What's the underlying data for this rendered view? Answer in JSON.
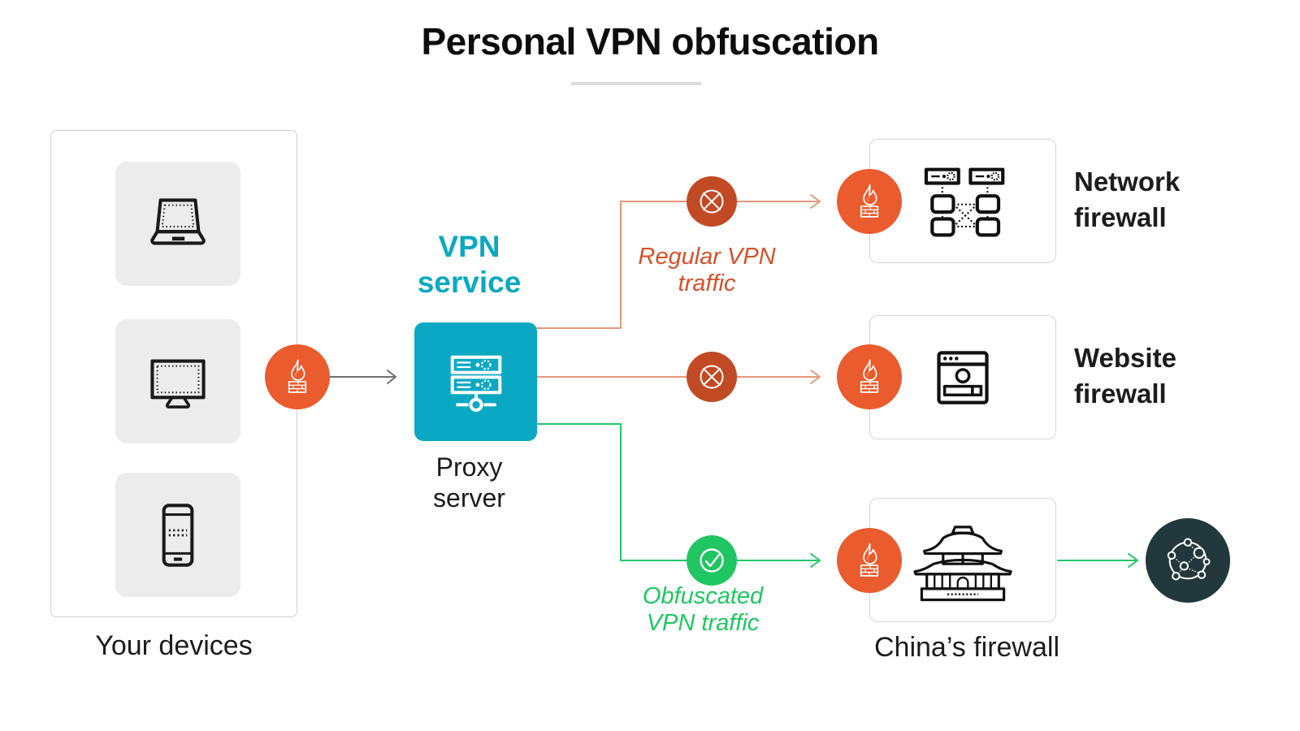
{
  "title": "Personal VPN obfuscation",
  "devices": {
    "label": "Your devices",
    "items": [
      {
        "name": "laptop"
      },
      {
        "name": "desktop-monitor"
      },
      {
        "name": "smartphone"
      }
    ]
  },
  "vpn": {
    "service_label": "VPN\nservice",
    "node_label": "Proxy\nserver"
  },
  "flows": {
    "regular": {
      "label": "Regular VPN\ntraffic",
      "status": "blocked"
    },
    "obfuscated": {
      "label": "Obfuscated\nVPN traffic",
      "status": "allowed"
    }
  },
  "destinations": {
    "network_firewall": {
      "label": "Network\nfirewall"
    },
    "website_firewall": {
      "label": "Website\nfirewall"
    },
    "china_firewall": {
      "label": "China’s firewall"
    }
  },
  "icons": {
    "laptop": "laptop-icon",
    "monitor": "monitor-icon",
    "smartphone": "smartphone-icon",
    "firewall": "flame-brick-wall-icon",
    "proxy_server": "server-rack-icon",
    "blocked": "crossed-circle-icon",
    "allowed": "check-circle-icon",
    "network_firewall": "network-diagram-icon",
    "website_firewall": "browser-window-icon",
    "china_firewall": "temple-icon",
    "open_internet": "global-network-icon",
    "entry_arrow": "arrow-right-icon"
  },
  "colors": {
    "accent_teal": "#0aa8c3",
    "firewall_orange": "#ea5b2d",
    "blocked_red": "#c14a24",
    "allowed_green": "#1fc661",
    "regular_line_salmon": "#e6977d",
    "regular_text": "#d4512b",
    "globe_dark": "#22383c",
    "text_dark": "#1c1c1c",
    "tile_gray": "#ececec"
  }
}
